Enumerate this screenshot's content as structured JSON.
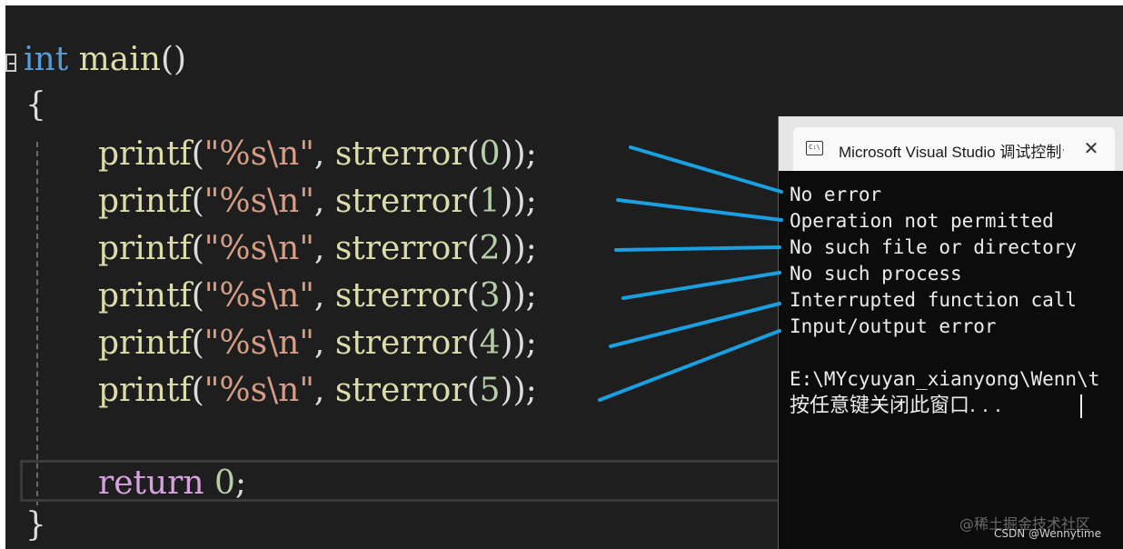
{
  "editor": {
    "header": {
      "kw": "int",
      "name": "main",
      "parens": "()"
    },
    "open_brace": "{",
    "close_brace": "}",
    "printf_lines": [
      {
        "fn": "printf",
        "open": "(",
        "fmt": "\"%s\\n\"",
        "comma": ", ",
        "call": "strerror",
        "open2": "(",
        "arg": "0",
        "close": "));"
      },
      {
        "fn": "printf",
        "open": "(",
        "fmt": "\"%s\\n\"",
        "comma": ", ",
        "call": "strerror",
        "open2": "(",
        "arg": "1",
        "close": "));"
      },
      {
        "fn": "printf",
        "open": "(",
        "fmt": "\"%s\\n\"",
        "comma": ", ",
        "call": "strerror",
        "open2": "(",
        "arg": "2",
        "close": "));"
      },
      {
        "fn": "printf",
        "open": "(",
        "fmt": "\"%s\\n\"",
        "comma": ", ",
        "call": "strerror",
        "open2": "(",
        "arg": "3",
        "close": "));"
      },
      {
        "fn": "printf",
        "open": "(",
        "fmt": "\"%s\\n\"",
        "comma": ", ",
        "call": "strerror",
        "open2": "(",
        "arg": "4",
        "close": "));"
      },
      {
        "fn": "printf",
        "open": "(",
        "fmt": "\"%s\\n\"",
        "comma": ", ",
        "call": "strerror",
        "open2": "(",
        "arg": "5",
        "close": "));"
      }
    ],
    "return_line": {
      "kw": "return",
      "val": "0",
      "semi": ";"
    }
  },
  "console": {
    "tab_title": "Microsoft Visual Studio 调试控制台",
    "tab_icon_text": "C:\\",
    "close_glyph": "✕",
    "outputs": [
      "No error",
      "Operation not permitted",
      "No such file or directory",
      "No such process",
      "Interrupted function call",
      "Input/output error"
    ],
    "path": "E:\\MYcyuyan_xianyong\\Wenn\\t",
    "prompt": "按任意键关闭此窗口. . ."
  },
  "watermarks": {
    "juejin": "@稀土掘金技术社区",
    "csdn": "CSDN @Wennytime"
  },
  "colors": {
    "background": "#1e1e1e",
    "keyword": "#569cd6",
    "function": "#dcdcaa",
    "string": "#d69d85",
    "number": "#b5cea8",
    "control_keyword": "#d8a0df",
    "annotation_arrow": "#1a9fe0"
  }
}
